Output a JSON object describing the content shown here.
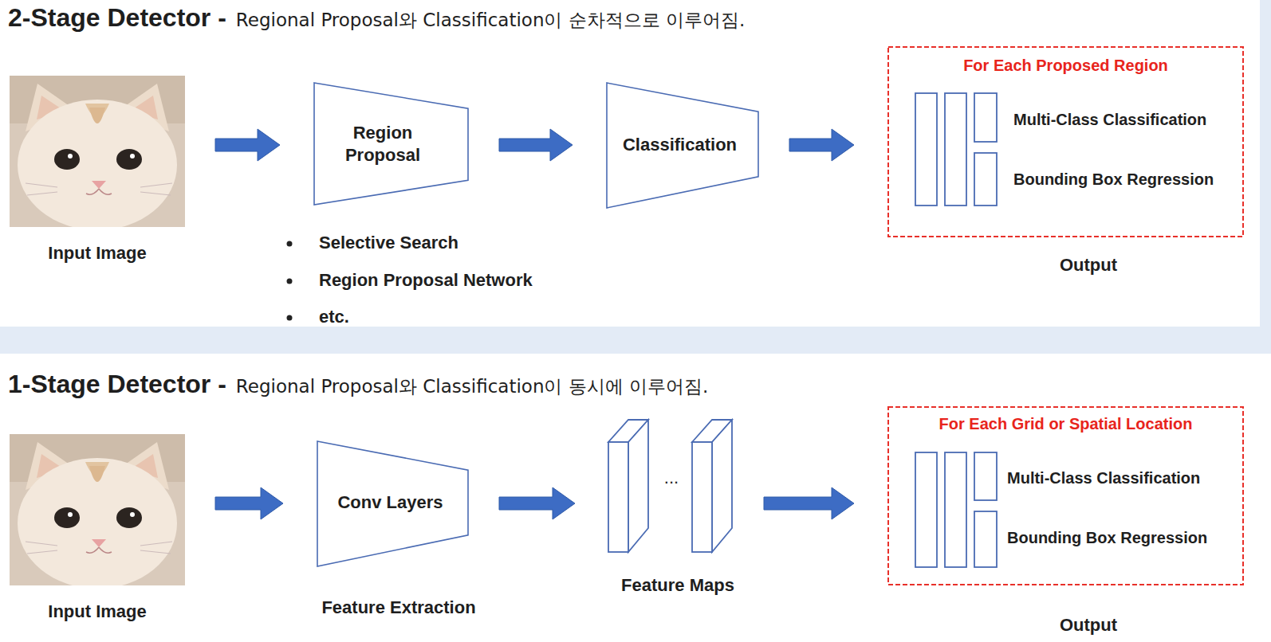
{
  "diagram": {
    "nodes": [
      {
        "text": [
          "Input Image"
        ]
      },
      {
        "text": [
          "Region Proposal"
        ]
      },
      {
        "text": [
          "Classification"
        ]
      },
      {
        "text": [
          "For Each Proposed Region",
          "Multi-Class Classification",
          "Bounding Box Regression",
          "Output"
        ]
      },
      {
        "text": [
          "Input Image"
        ]
      },
      {
        "text": [
          "Conv Layers",
          "Feature Extraction"
        ]
      },
      {
        "text": [
          "...",
          "Feature Maps"
        ]
      },
      {
        "text": [
          "For Each Grid or Spatial Location",
          "Multi-Class Classification",
          "Bounding Box Regression",
          "Output"
        ]
      }
    ],
    "edges": [
      {
        "from": 0,
        "to": 1,
        "arrow": "to"
      },
      {
        "from": 1,
        "to": 2,
        "arrow": "to"
      },
      {
        "from": 2,
        "to": 3,
        "arrow": "to"
      },
      {
        "from": 4,
        "to": 5,
        "arrow": "to"
      },
      {
        "from": 5,
        "to": 6,
        "arrow": "to"
      },
      {
        "from": 6,
        "to": 7,
        "arrow": "to"
      }
    ],
    "labels": [
      "2-Stage Detector -",
      "Regional Proposal와 Classification이 순차적으로 이루어짐.",
      "Selective Search",
      "Region Proposal Network",
      "etc.",
      "1-Stage Detector -",
      "Regional Proposal와 Classification이 동시에 이루어짐."
    ]
  }
}
